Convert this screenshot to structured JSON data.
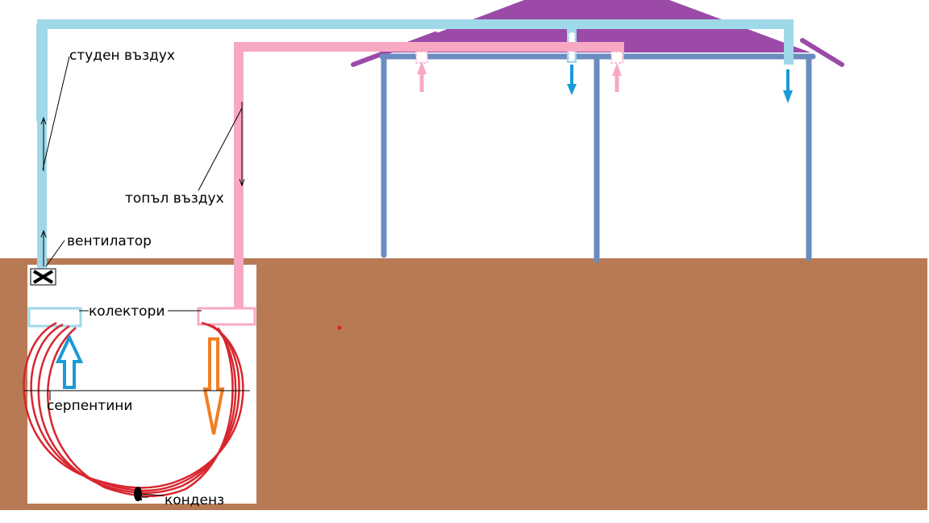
{
  "labels": {
    "cold_air": "студен въздух",
    "warm_air": "топъл въздух",
    "fan": "вентилатор",
    "collectors": "колектори",
    "coils": "серпентини",
    "condensate": "конденз"
  },
  "colors": {
    "cold_pipe": "#9fd8e8",
    "warm_pipe": "#f7a9c4",
    "roof": "#9b4aa8",
    "house_frame": "#6b8cc0",
    "ground": "#b87a55",
    "coil": "#d8262e",
    "cold_arrow": "#1a9ad6",
    "warm_arrow": "#f07f22",
    "pit": "#ffffff"
  },
  "icons": {
    "fan": "fan-cross-icon",
    "condensate": "condensate-drain-icon"
  }
}
